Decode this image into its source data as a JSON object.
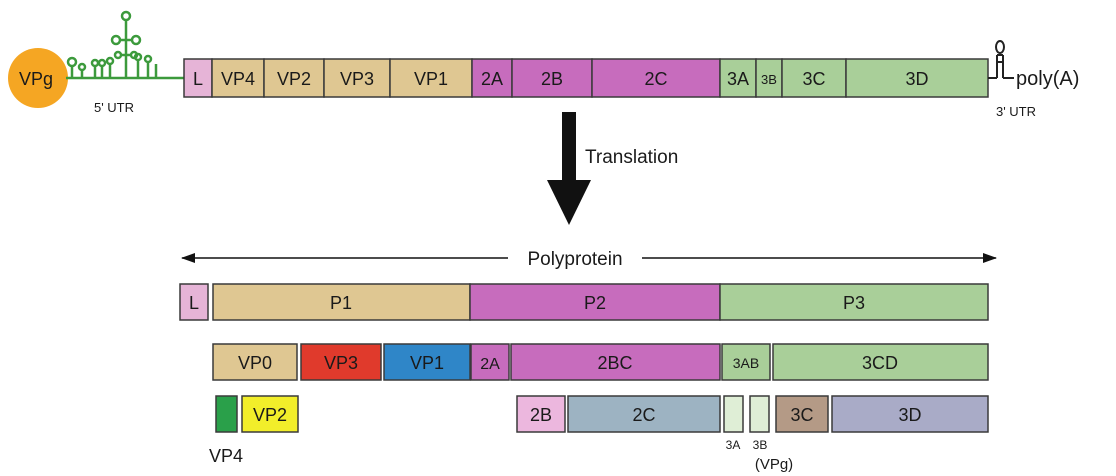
{
  "colors": {
    "vpg": "#f5a623",
    "utr": "#3c9a3c",
    "leader": "#e6b4d7",
    "structural": "#dfc792",
    "p2": "#c76cbd",
    "p3": "#a9cf99",
    "vp3": "#e03a2c",
    "vp1": "#2f86c8",
    "vp4": "#2aa04a",
    "vp2": "#f2ee2a",
    "b2": "#ecb7de",
    "c2": "#9db3c2",
    "c3": "#b49a86",
    "d3": "#a9abc7",
    "small3": "#dfeed6"
  },
  "genome": {
    "vpg_label": "VPg",
    "utr5_label": "5' UTR",
    "utr3_label": "3' UTR",
    "polya_label": "poly(A)",
    "segments": [
      "L",
      "VP4",
      "VP2",
      "VP3",
      "VP1",
      "2A",
      "2B",
      "2C",
      "3A",
      "3B",
      "3C",
      "3D"
    ]
  },
  "translation": {
    "label": "Translation"
  },
  "polyprotein": {
    "label": "Polyprotein",
    "row1": [
      "L",
      "P1",
      "P2",
      "P3"
    ],
    "row2": [
      "VP0",
      "VP3",
      "VP1",
      "2A",
      "2BC",
      "3AB",
      "3CD"
    ],
    "row3": [
      "VP2",
      "2B",
      "2C",
      "3C",
      "3D"
    ],
    "vp4_label": "VP4",
    "label_3a": "3A",
    "label_3b": "3B",
    "vpg_paren": "(VPg)"
  }
}
